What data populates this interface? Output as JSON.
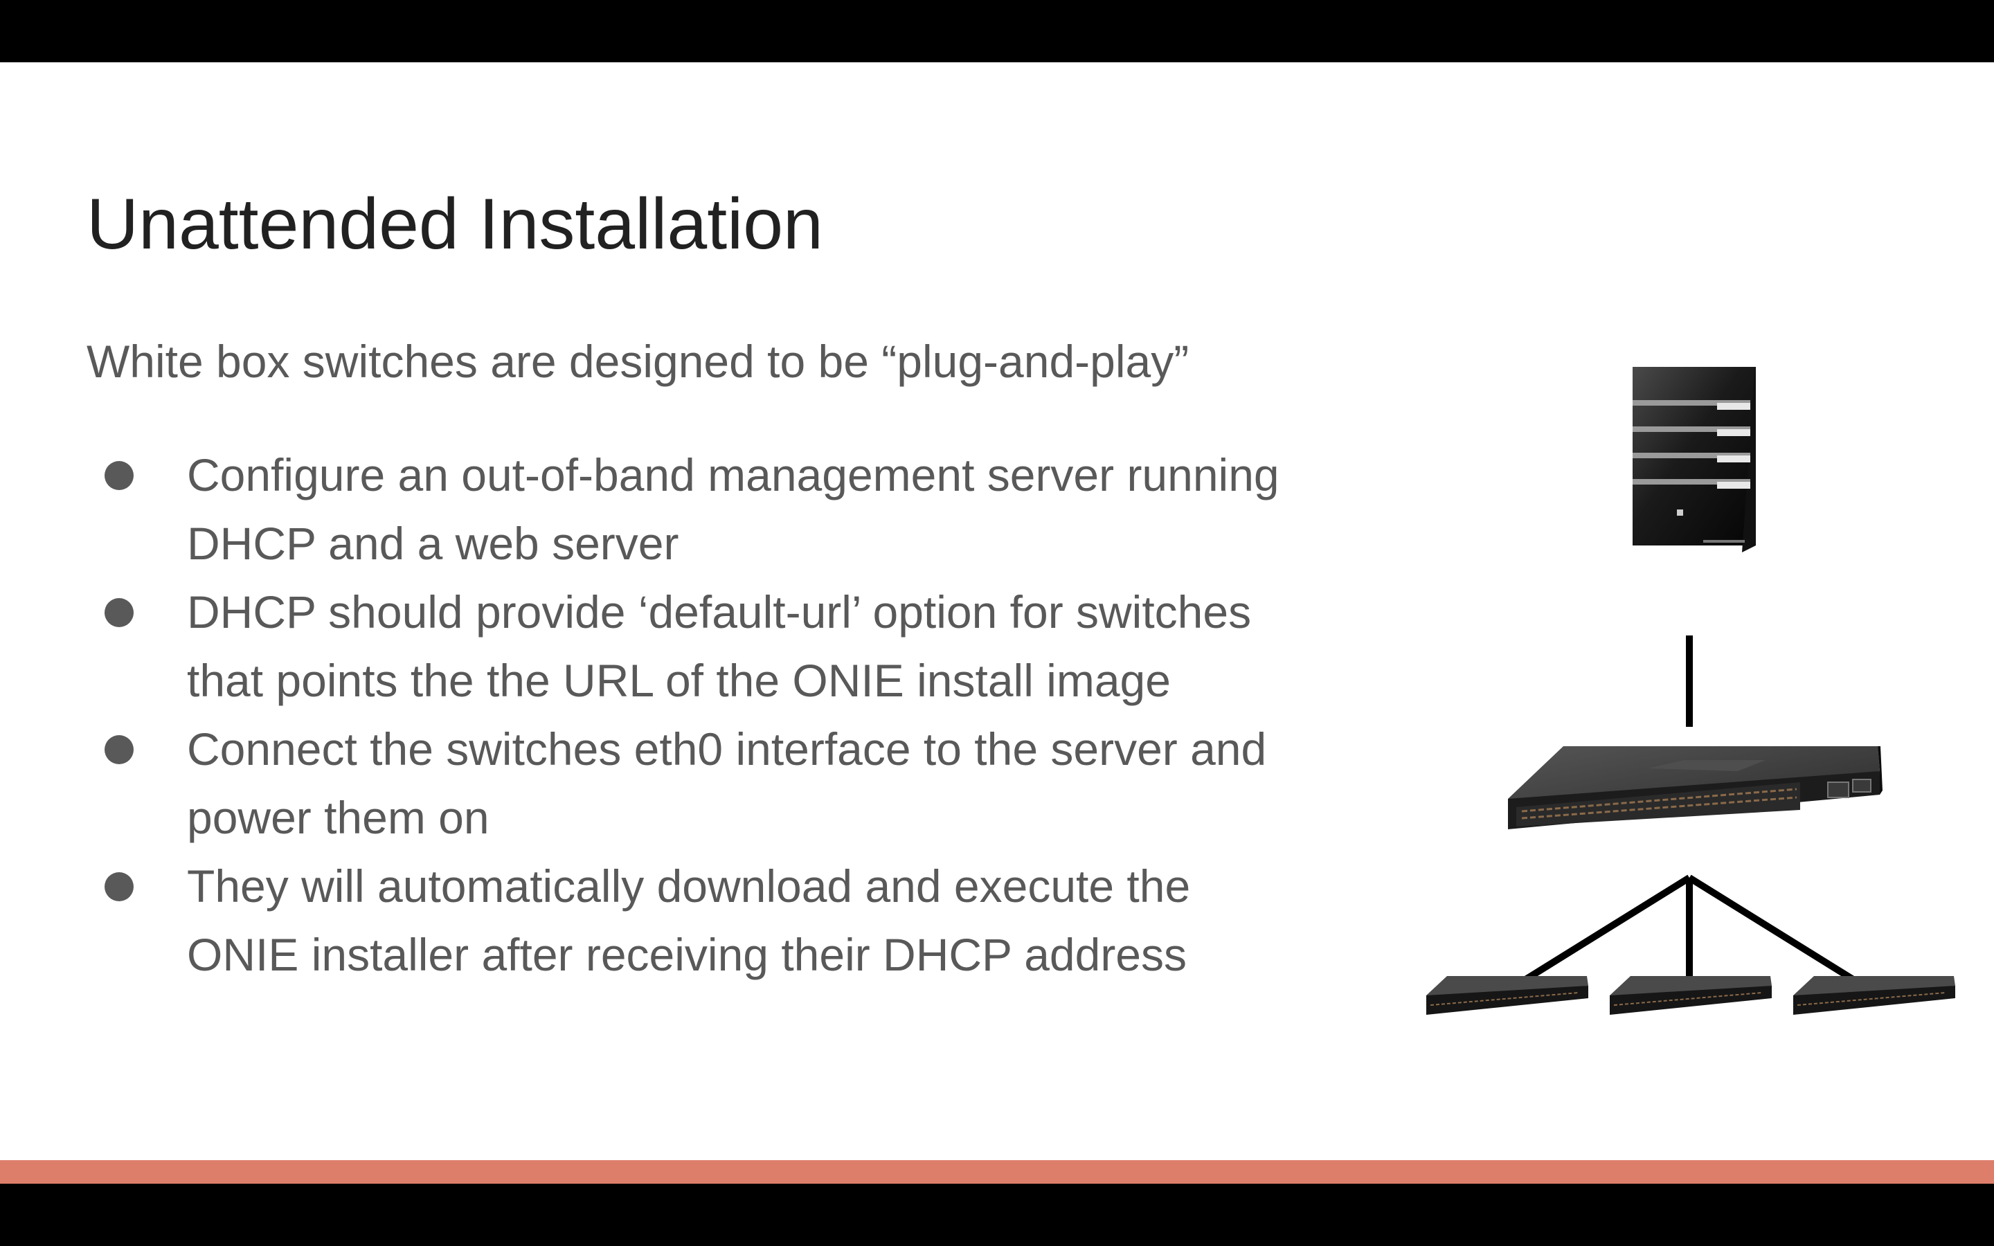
{
  "slide": {
    "title": "Unattended Installation",
    "subtitle": "White box switches are designed to be “plug-and-play”",
    "bullets": [
      {
        "line1": "Configure an out-of-band management server running",
        "line2": "DHCP and a web server"
      },
      {
        "line1": "DHCP should provide ‘default-url’ option for switches",
        "line2": "that points the the URL of the ONIE install image"
      },
      {
        "line1": "Connect the switches eth0 interface to the server and",
        "line2": "power them on"
      },
      {
        "line1": "They will automatically download and execute the",
        "line2": "ONIE installer after receiving their DHCP address"
      }
    ]
  },
  "diagram": {
    "server_icon": "tower-server-icon",
    "main_switch_icon": "network-switch-icon",
    "leaf_switch_icon": "small-switch-icon",
    "leaf_switch_count": 3
  },
  "colors": {
    "background": "#000000",
    "slide_background": "#ffffff",
    "accent_bar": "#dd7e6b",
    "title_text": "#212121",
    "body_text": "#595959"
  }
}
